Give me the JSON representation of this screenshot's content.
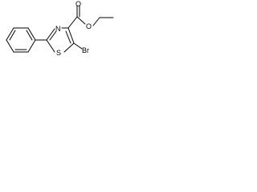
{
  "structure": {
    "atoms": {
      "n": "N",
      "s": "S",
      "br": "Br",
      "o_carbonyl": "O",
      "o_ester": "O"
    }
  },
  "colors": {
    "bond": "#000000",
    "label": "#000000",
    "background": "#ffffff"
  }
}
